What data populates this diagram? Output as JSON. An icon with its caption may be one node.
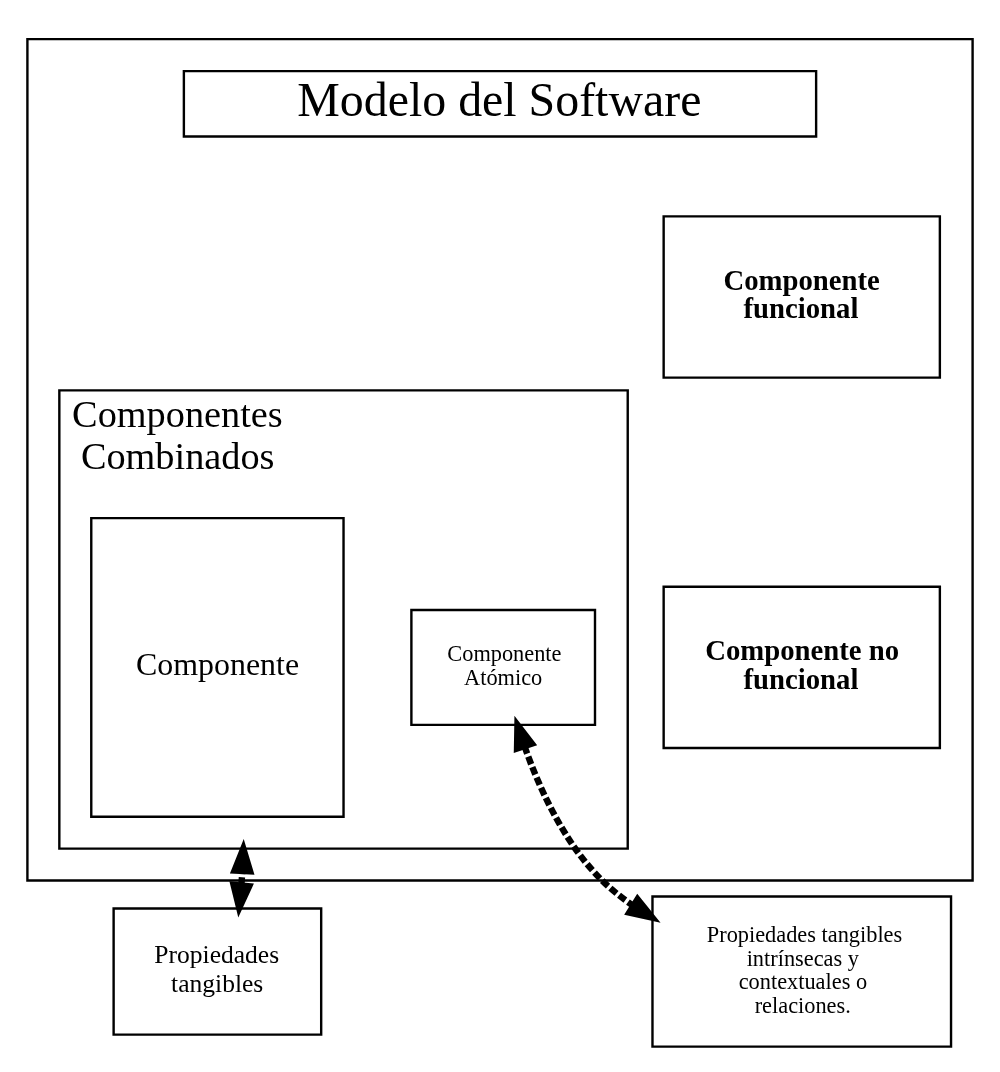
{
  "diagram": {
    "nodes": [
      {
        "text": [],
        "shape": "box"
      },
      {
        "text": [
          "Modelo del Software"
        ],
        "in": 0
      },
      {
        "text": [
          "Componentes Combinados"
        ],
        "in": 0
      },
      {
        "text": [
          "Componente"
        ],
        "in": 2
      },
      {
        "text": [
          "Componente Atómico"
        ],
        "in": 2
      },
      {
        "text": [
          "Componente funcional"
        ],
        "in": 0
      },
      {
        "text": [
          "Componente no funcional"
        ],
        "in": 0
      },
      {
        "text": [
          "Propiedades tangibles"
        ]
      },
      {
        "text": [
          "Propiedades tangibles intrínsecas y contextuales o relaciones."
        ]
      }
    ],
    "edges": [
      {
        "from": 7,
        "to": 2,
        "arrow": "both",
        "style": "dashed"
      },
      {
        "from": 4,
        "to": 8,
        "arrow": "both",
        "style": "dashed"
      }
    ]
  }
}
